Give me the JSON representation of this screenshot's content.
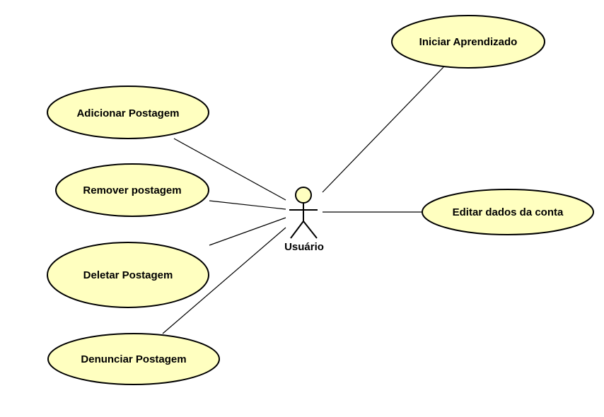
{
  "diagram": {
    "actor": {
      "label": "Usuário"
    },
    "use_cases": {
      "iniciar": "Iniciar Aprendizado",
      "adicionar": "Adicionar Postagem",
      "remover": "Remover postagem",
      "editar": "Editar dados da conta",
      "deletar": "Deletar Postagem",
      "denunciar": "Denunciar Postagem"
    },
    "colors": {
      "usecase_fill": "#FFFFC0",
      "actor_head_fill": "#FFFFC0",
      "line": "#000000"
    }
  }
}
